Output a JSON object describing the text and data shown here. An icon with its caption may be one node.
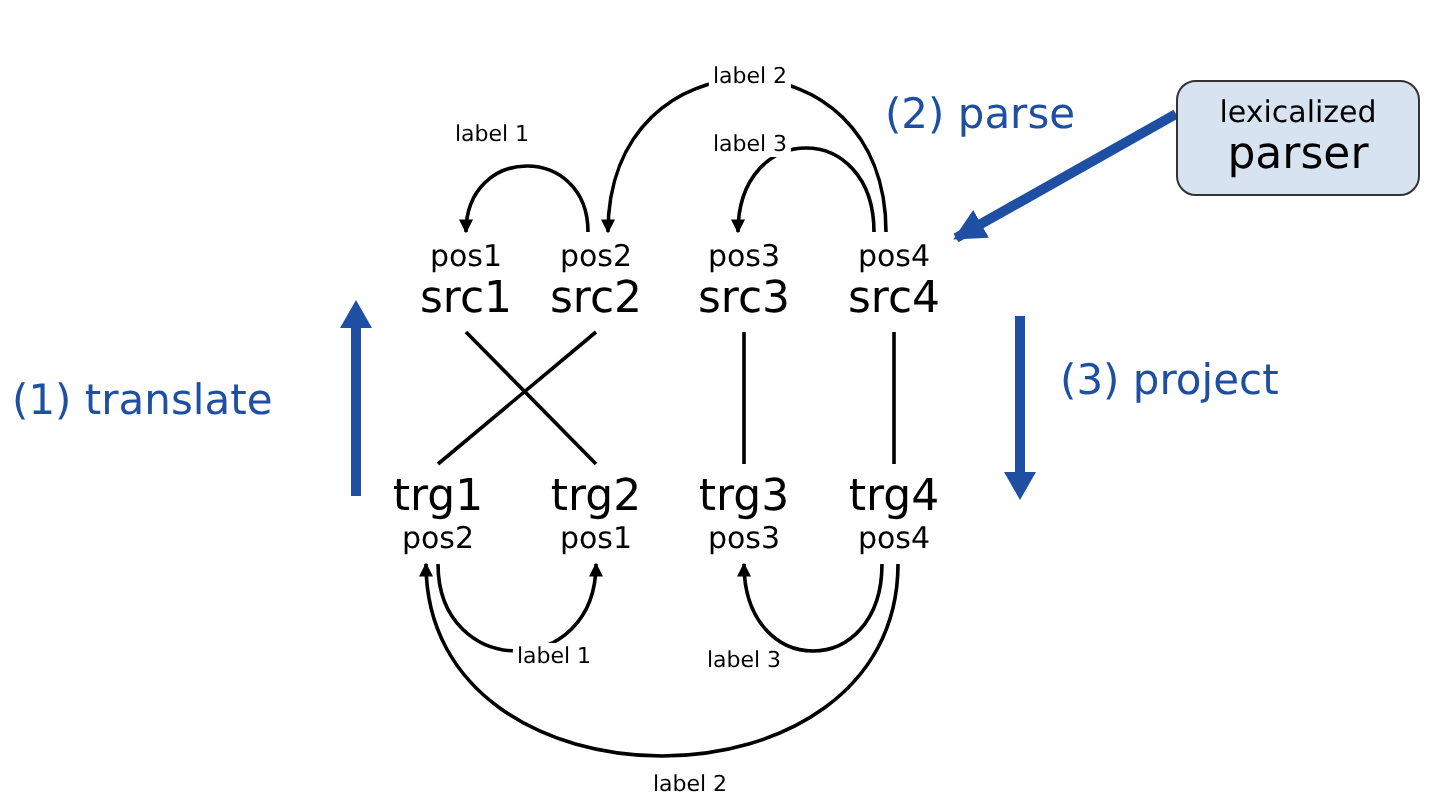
{
  "diagram": {
    "nodes": [
      {
        "text": [
          "pos1",
          "src1"
        ]
      },
      {
        "text": [
          "pos2",
          "src2"
        ]
      },
      {
        "text": [
          "pos3",
          "src3"
        ]
      },
      {
        "text": [
          "pos4",
          "src4"
        ]
      },
      {
        "text": [
          "trg1",
          "pos2"
        ]
      },
      {
        "text": [
          "trg2",
          "pos1"
        ]
      },
      {
        "text": [
          "trg3",
          "pos3"
        ]
      },
      {
        "text": [
          "trg4",
          "pos4"
        ]
      },
      {
        "text": [
          "lexicalized",
          "parser"
        ]
      }
    ],
    "edges": [
      {
        "from": 1,
        "to": 0,
        "arrow": "to",
        "label": "label 1"
      },
      {
        "from": 3,
        "to": 1,
        "arrow": "to",
        "label": "label 2"
      },
      {
        "from": 3,
        "to": 2,
        "arrow": "to",
        "label": "label 3"
      },
      {
        "from": 0,
        "to": 5,
        "arrow": "none"
      },
      {
        "from": 1,
        "to": 4,
        "arrow": "none"
      },
      {
        "from": 2,
        "to": 6,
        "arrow": "none"
      },
      {
        "from": 3,
        "to": 7,
        "arrow": "none"
      },
      {
        "from": 4,
        "to": 5,
        "arrow": "to",
        "label": "label 1"
      },
      {
        "from": 7,
        "to": 6,
        "arrow": "to",
        "label": "label 3"
      },
      {
        "from": 7,
        "to": 4,
        "arrow": "to",
        "label": "label 2"
      },
      {
        "from": 8,
        "to": 3,
        "arrow": "to",
        "label": "(2) parse",
        "style": "thick",
        "color": "#1f4fa3"
      }
    ],
    "labels": [
      "(1) translate",
      "(3) project"
    ]
  }
}
